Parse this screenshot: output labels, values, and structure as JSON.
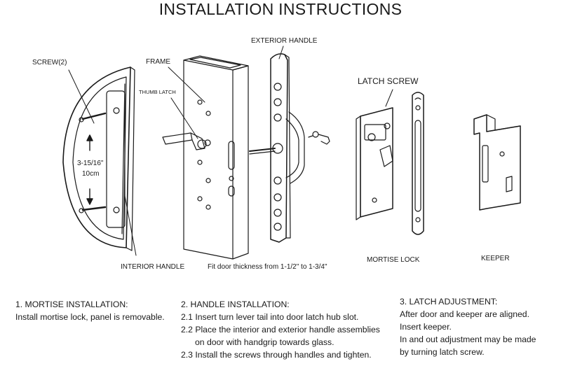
{
  "title": "INSTALLATION INSTRUCTIONS",
  "labels": {
    "screw": "SCREW(2)",
    "frame": "FRAME",
    "thumb_latch": "THUMB LATCH",
    "exterior_handle": "EXTERIOR HANDLE",
    "latch_screw": "LATCH SCREW",
    "dimension_imperial": "3-15/16\"",
    "dimension_metric": "10cm",
    "interior_handle": "INTERIOR HANDLE",
    "door_thickness": "Fit door thickness from 1-1/2\" to 1-3/4\"",
    "mortise_lock": "MORTISE LOCK",
    "keeper": "KEEPER"
  },
  "steps": [
    {
      "heading": "1. MORTISE INSTALLATION:",
      "lines": [
        "Install mortise lock, panel is removable."
      ]
    },
    {
      "heading": "2. HANDLE INSTALLATION:",
      "lines": [
        "2.1 Insert turn lever tail into door latch hub slot.",
        "2.2 Place the interior and exterior handle assemblies",
        "on door with handgrip towards glass.",
        "2.3 Install the screws through handles and tighten."
      ]
    },
    {
      "heading": "3. LATCH ADJUSTMENT:",
      "lines": [
        "After door and keeper are aligned.",
        "Insert keeper.",
        "In and out adjustment may be made",
        "by turning latch screw."
      ]
    }
  ]
}
